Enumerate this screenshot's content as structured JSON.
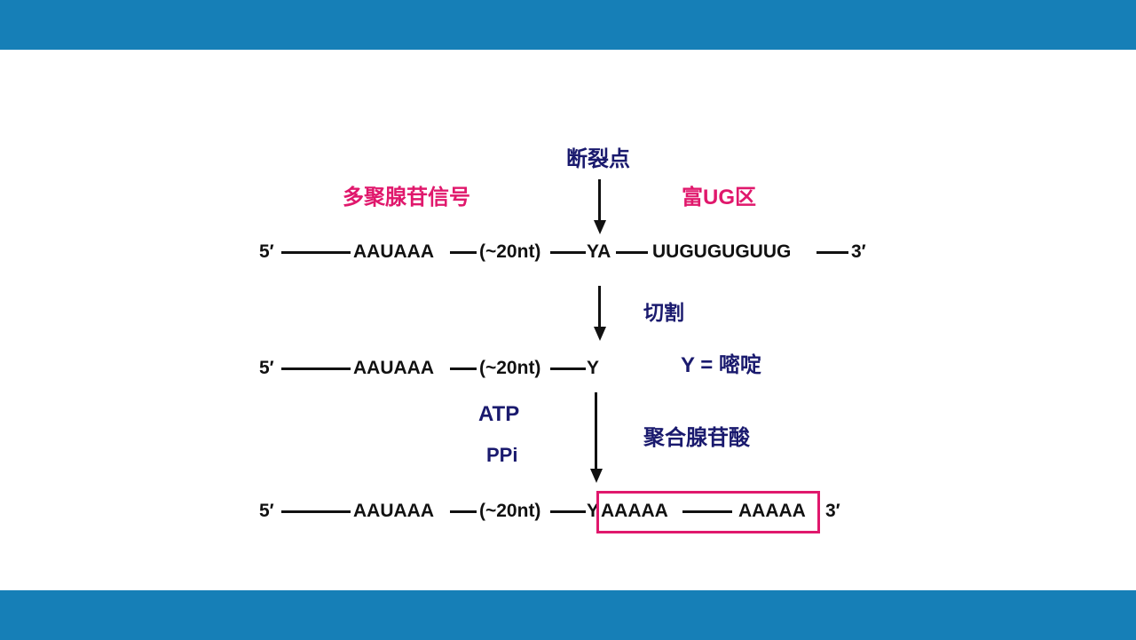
{
  "labels": {
    "cleavage_site": "断裂点",
    "polya_signal": "多聚腺苷信号",
    "ug_rich": "富UG区",
    "cleavage": "切割",
    "y_eq": "Y = 嘧啶",
    "atp": "ATP",
    "ppi": "PPi",
    "polyadenylation": "聚合腺苷酸"
  },
  "row1": {
    "five_prime": "5′",
    "signal": "AAUAAA",
    "spacer": "(~20nt)",
    "ya": "YA",
    "ug": "UUGUGUGUUG",
    "three_prime": "3′"
  },
  "row2": {
    "five_prime": "5′",
    "signal": "AAUAAA",
    "spacer": "(~20nt)",
    "y": "Y"
  },
  "row3": {
    "five_prime": "5′",
    "signal": "AAUAAA",
    "spacer": "(~20nt)",
    "y": "Y",
    "tail_a": "AAAAA",
    "tail_b": "AAAAA",
    "three_prime": "3′"
  },
  "colors": {
    "header_bar": "#167fb7",
    "navy": "#1a1a6e",
    "pink": "#e0186c",
    "black": "#111111"
  }
}
